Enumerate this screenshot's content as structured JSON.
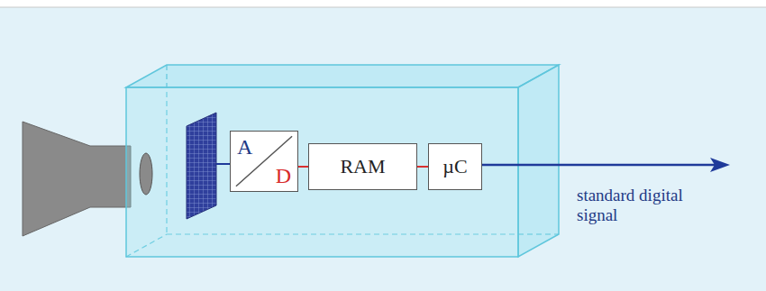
{
  "diagram": {
    "nodes": [
      {
        "text": [
          "A",
          "D"
        ]
      },
      {
        "text": [
          "RAM"
        ]
      },
      {
        "text": [
          "µC"
        ]
      }
    ],
    "edges": [
      {
        "from": 0,
        "to": 1,
        "arrow": "none"
      },
      {
        "from": 1,
        "to": 2,
        "arrow": "none"
      }
    ],
    "labels": [
      "standard digital signal"
    ]
  }
}
